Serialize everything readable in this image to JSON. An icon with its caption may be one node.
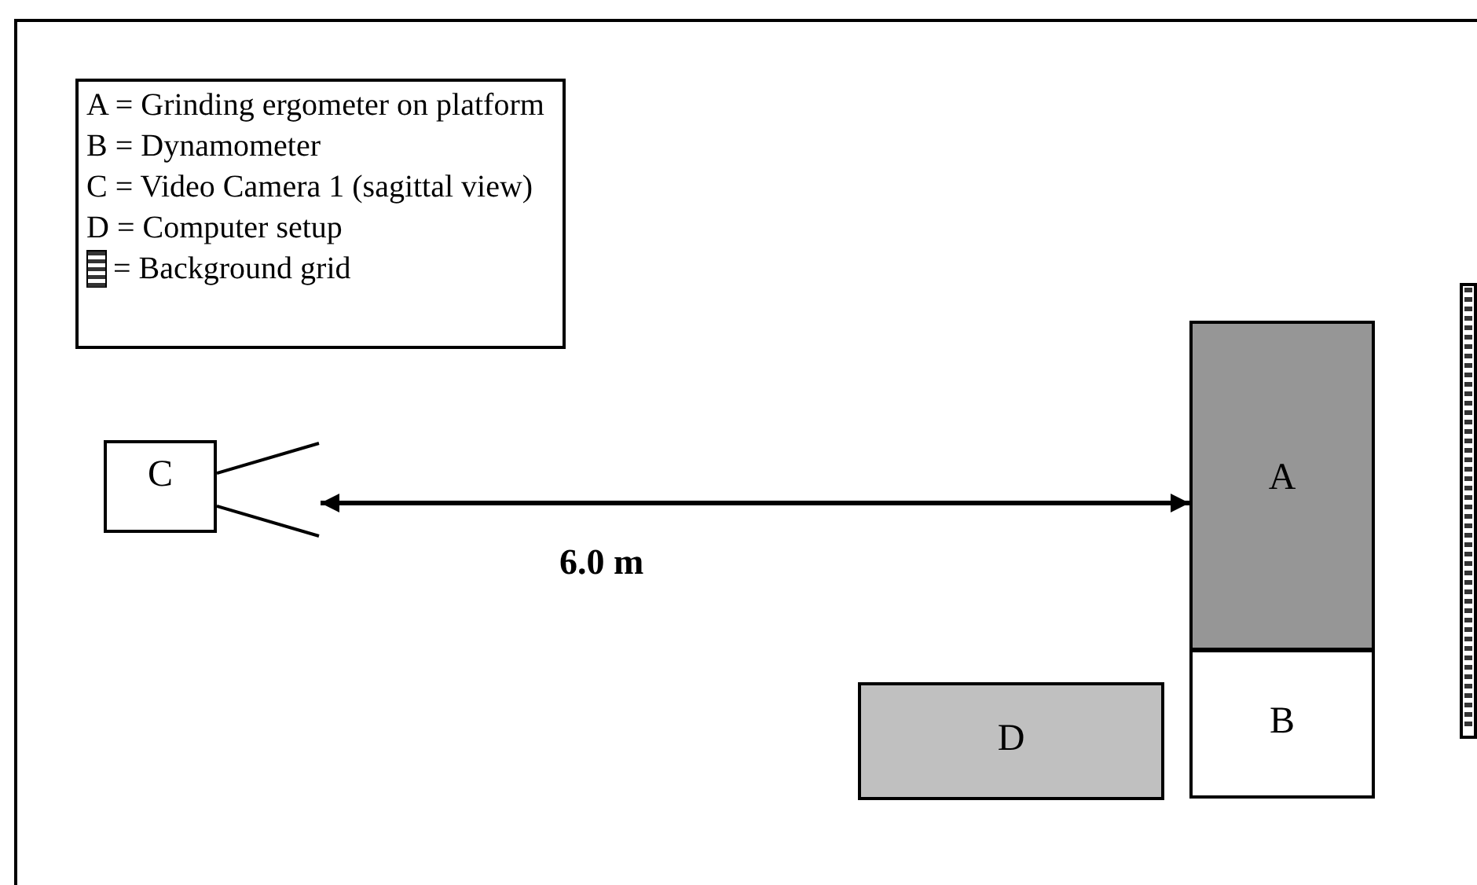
{
  "diagram": {
    "nodes": [
      {
        "text": [
          "C"
        ]
      },
      {
        "text": [
          "A"
        ]
      },
      {
        "text": [
          "B"
        ]
      },
      {
        "text": [
          "D"
        ]
      },
      {
        "text": [],
        "shape": "bar"
      }
    ],
    "edges": [
      {
        "from": 0,
        "to": 1,
        "arrow": "both",
        "label": "6.0 m"
      }
    ],
    "legend": [
      {
        "text": "A = Grinding ergometer on platform"
      },
      {
        "text": "B = Dynamometer"
      },
      {
        "text": "C = Video Camera 1 (sagittal view)"
      },
      {
        "text": "D = Computer setup"
      },
      {
        "text": "= Background grid"
      }
    ]
  }
}
